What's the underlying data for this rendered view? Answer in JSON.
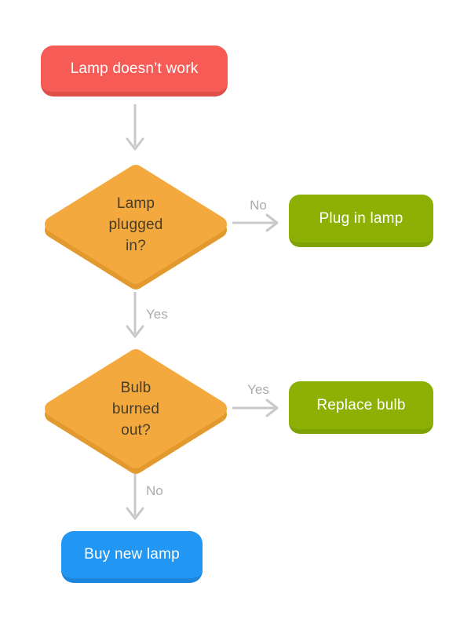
{
  "nodes": {
    "start": {
      "label": "Lamp doesn’t work"
    },
    "decision1": {
      "label": "Lamp plugged in?"
    },
    "action_plug": {
      "label": "Plug in lamp"
    },
    "decision2": {
      "label": "Bulb burned out?"
    },
    "action_replace": {
      "label": "Replace bulb"
    },
    "action_buy": {
      "label": "Buy new lamp"
    }
  },
  "edges": {
    "decision1_no": {
      "label": "No"
    },
    "decision1_yes": {
      "label": "Yes"
    },
    "decision2_yes": {
      "label": "Yes"
    },
    "decision2_no": {
      "label": "No"
    }
  },
  "colors": {
    "start_fill": "#F75B56",
    "start_shade": "#DF4F4A",
    "decision_fill": "#F3A93E",
    "decision_shade": "#E2992E",
    "action_fill": "#8CB104",
    "action_shade": "#7CA303",
    "buy_fill": "#2196F3",
    "buy_shade": "#1C86DC",
    "arrow": "#C9C9C9",
    "edge_label_text": "#ABABAB",
    "decision_text": "#473D27",
    "node_text": "#FFFFFF",
    "background": "#FFFFFF"
  }
}
